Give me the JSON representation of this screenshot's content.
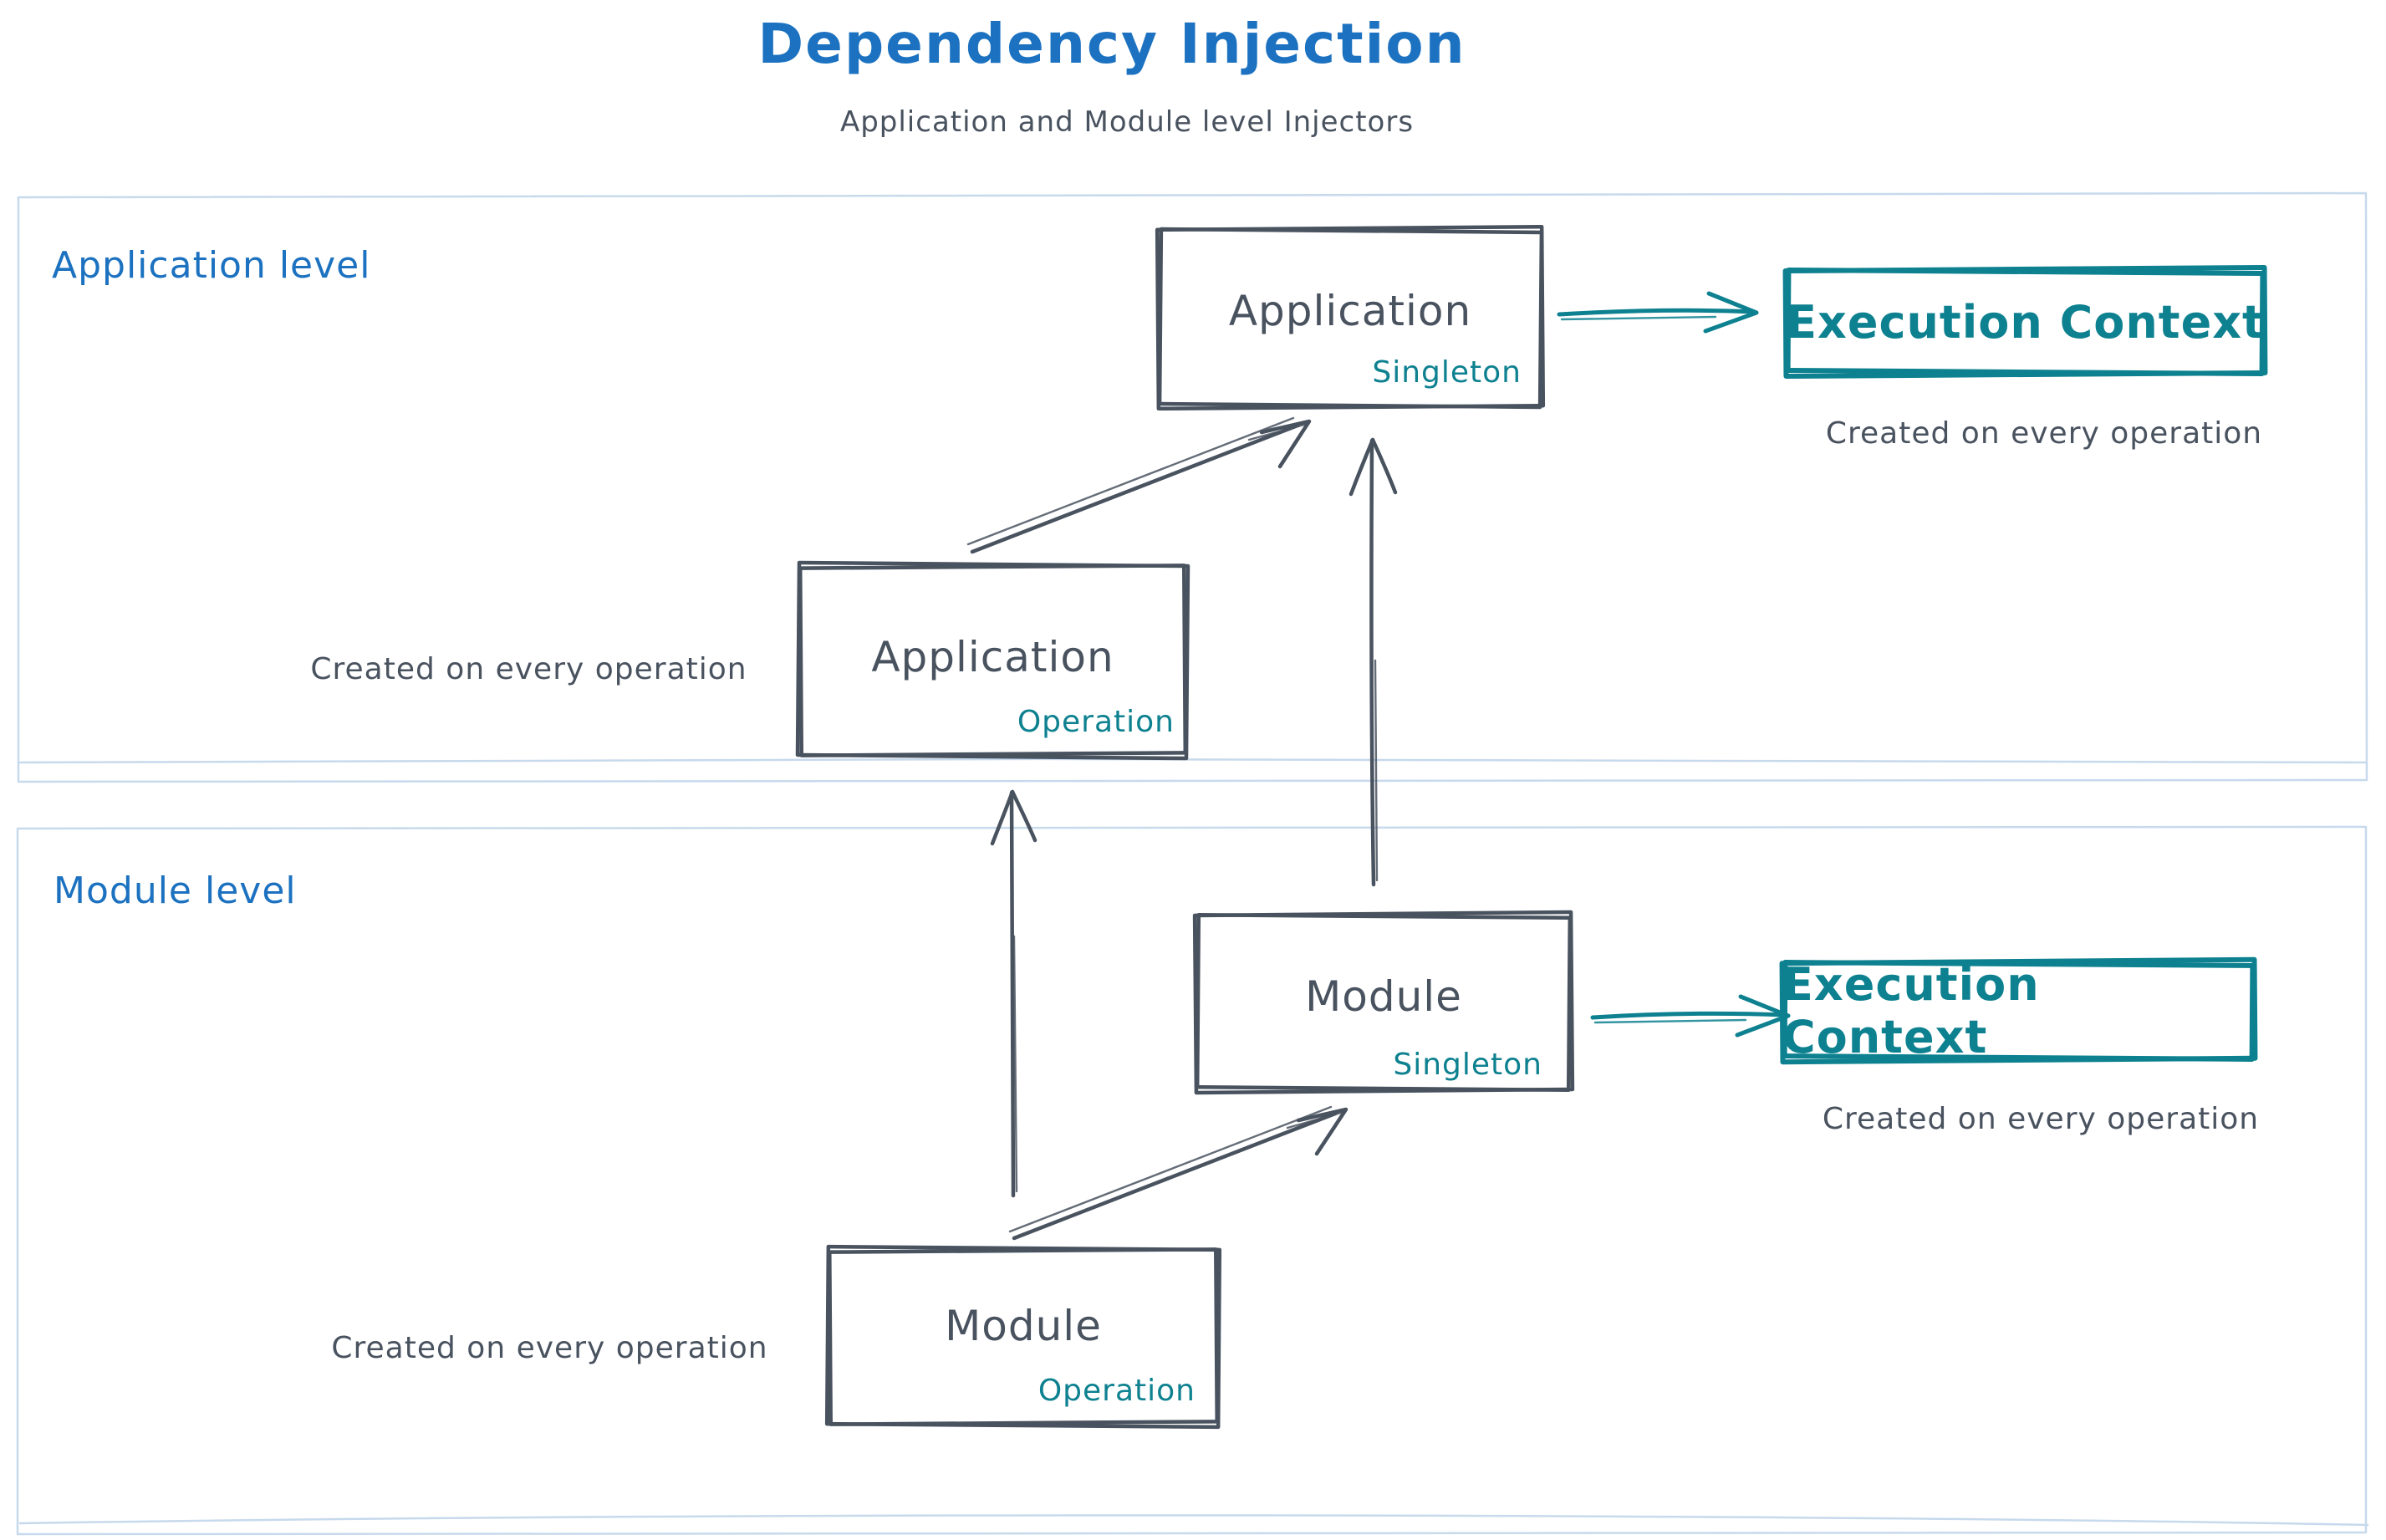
{
  "title": "Dependency Injection",
  "subtitle": "Application and Module level Injectors",
  "colors": {
    "accent_blue": "#1c72c0",
    "teal": "#0e8190",
    "dark_gray": "#49525f",
    "section_border": "#c7d9ec"
  },
  "sections": [
    {
      "label": "Application level",
      "singleton_box": {
        "title": "Application",
        "tag": "Singleton"
      },
      "operation_box": {
        "title": "Application",
        "tag": "Operation"
      },
      "operation_note": "Created on every operation",
      "execution_box": {
        "label": "Execution Context"
      },
      "execution_note": "Created on every operation"
    },
    {
      "label": "Module level",
      "singleton_box": {
        "title": "Module",
        "tag": "Singleton"
      },
      "operation_box": {
        "title": "Module",
        "tag": "Operation"
      },
      "operation_note": "Created on every operation",
      "execution_box": {
        "label": "Execution Context"
      },
      "execution_note": "Created on every operation"
    }
  ]
}
